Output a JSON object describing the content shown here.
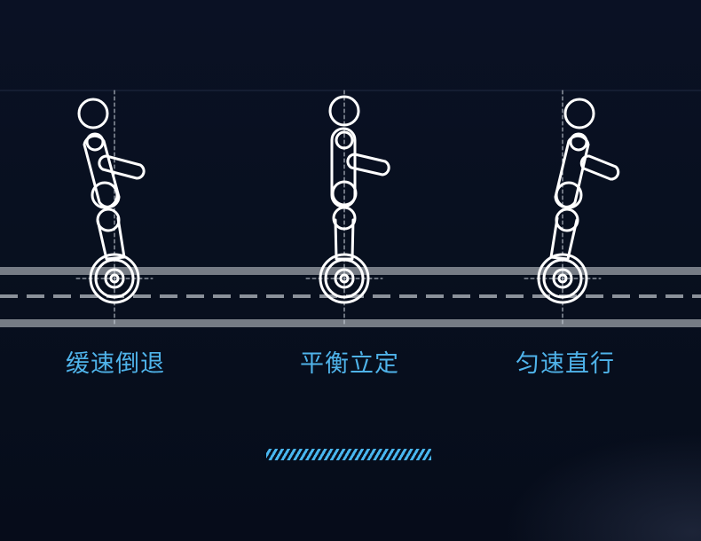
{
  "modes": [
    {
      "label": "缓速倒退"
    },
    {
      "label": "平衡立定"
    },
    {
      "label": "匀速直行"
    }
  ],
  "colors": {
    "background": "#08101f",
    "figure_stroke": "#ffffff",
    "label": "#4fb3ea",
    "rail": "#8a8f98",
    "indicator": "#49b6ef"
  }
}
